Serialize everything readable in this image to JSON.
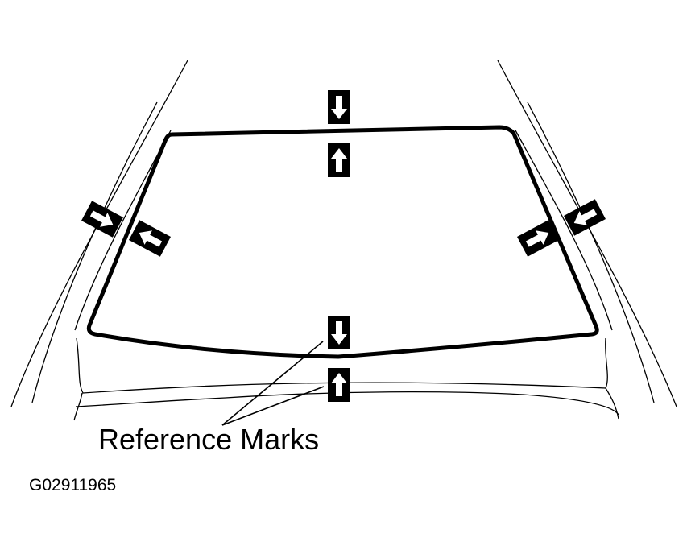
{
  "labels": {
    "reference_marks": "Reference Marks",
    "figure_code": "G02911965"
  },
  "colors": {
    "ink": "#000000",
    "background": "#ffffff"
  },
  "marks": [
    {
      "name": "top-outer",
      "direction": "down"
    },
    {
      "name": "top-inner",
      "direction": "up"
    },
    {
      "name": "bottom-inner",
      "direction": "down"
    },
    {
      "name": "bottom-outer",
      "direction": "up"
    },
    {
      "name": "left-outer",
      "direction": "right"
    },
    {
      "name": "left-inner",
      "direction": "left"
    },
    {
      "name": "right-inner",
      "direction": "right"
    },
    {
      "name": "right-outer",
      "direction": "left"
    }
  ]
}
